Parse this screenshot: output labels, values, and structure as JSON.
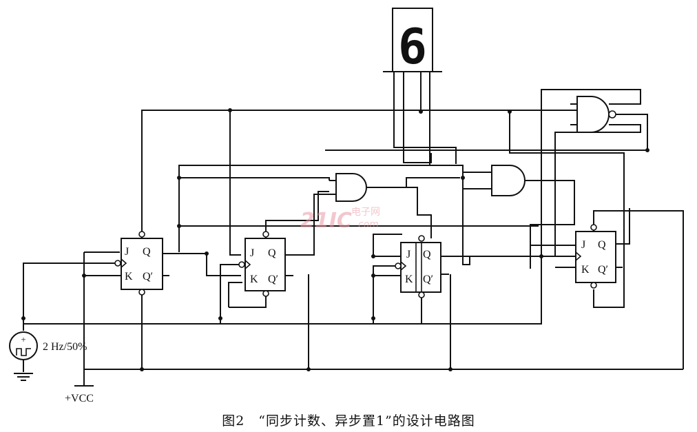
{
  "display": {
    "digit": "6"
  },
  "flip_flops": [
    {
      "pins": {
        "j": "J",
        "q": "Q",
        "k": "K",
        "qn": "Q′"
      }
    },
    {
      "pins": {
        "j": "J",
        "q": "Q",
        "k": "K",
        "qn": "Q′"
      }
    },
    {
      "pins": {
        "j": "J",
        "q": "Q",
        "k": "K",
        "qn": "Q′"
      }
    },
    {
      "pins": {
        "j": "J",
        "q": "Q",
        "k": "K",
        "qn": "Q′"
      }
    }
  ],
  "clock_source": {
    "label": "2 Hz/50%",
    "polarity": "+"
  },
  "power": {
    "label": "+VCC"
  },
  "watermark": {
    "logo": "21IC",
    "chinese": "电子网",
    "domain": "com"
  },
  "caption": "图2　“同步计数、异步置1”的设计电路图"
}
